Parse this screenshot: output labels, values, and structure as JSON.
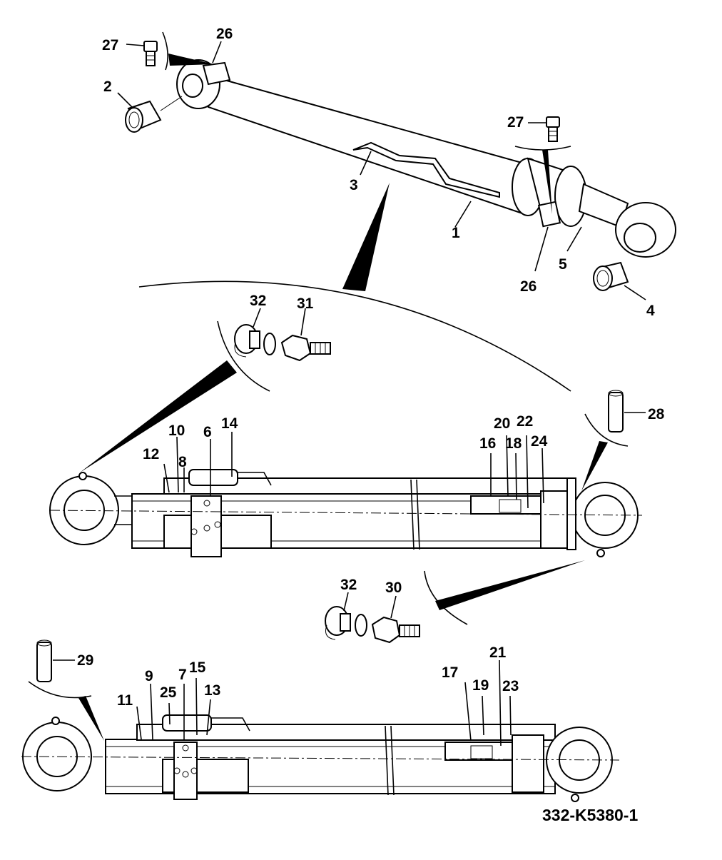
{
  "document_ref": "332-K5380-1",
  "callouts": {
    "c27a": "27",
    "c26a": "26",
    "c2": "2",
    "c3": "3",
    "c1": "1",
    "c27b": "27",
    "c26b": "26",
    "c5": "5",
    "c4": "4",
    "c32a": "32",
    "c31": "31",
    "c10": "10",
    "c12": "12",
    "c8": "8",
    "c6": "6",
    "c14": "14",
    "c20": "20",
    "c22": "22",
    "c16": "16",
    "c18": "18",
    "c24": "24",
    "c28": "28",
    "c32b": "32",
    "c30": "30",
    "c29": "29",
    "c9": "9",
    "c7": "7",
    "c15": "15",
    "c25": "25",
    "c11": "11",
    "c13": "13",
    "c21": "21",
    "c17": "17",
    "c19": "19",
    "c23": "23"
  }
}
